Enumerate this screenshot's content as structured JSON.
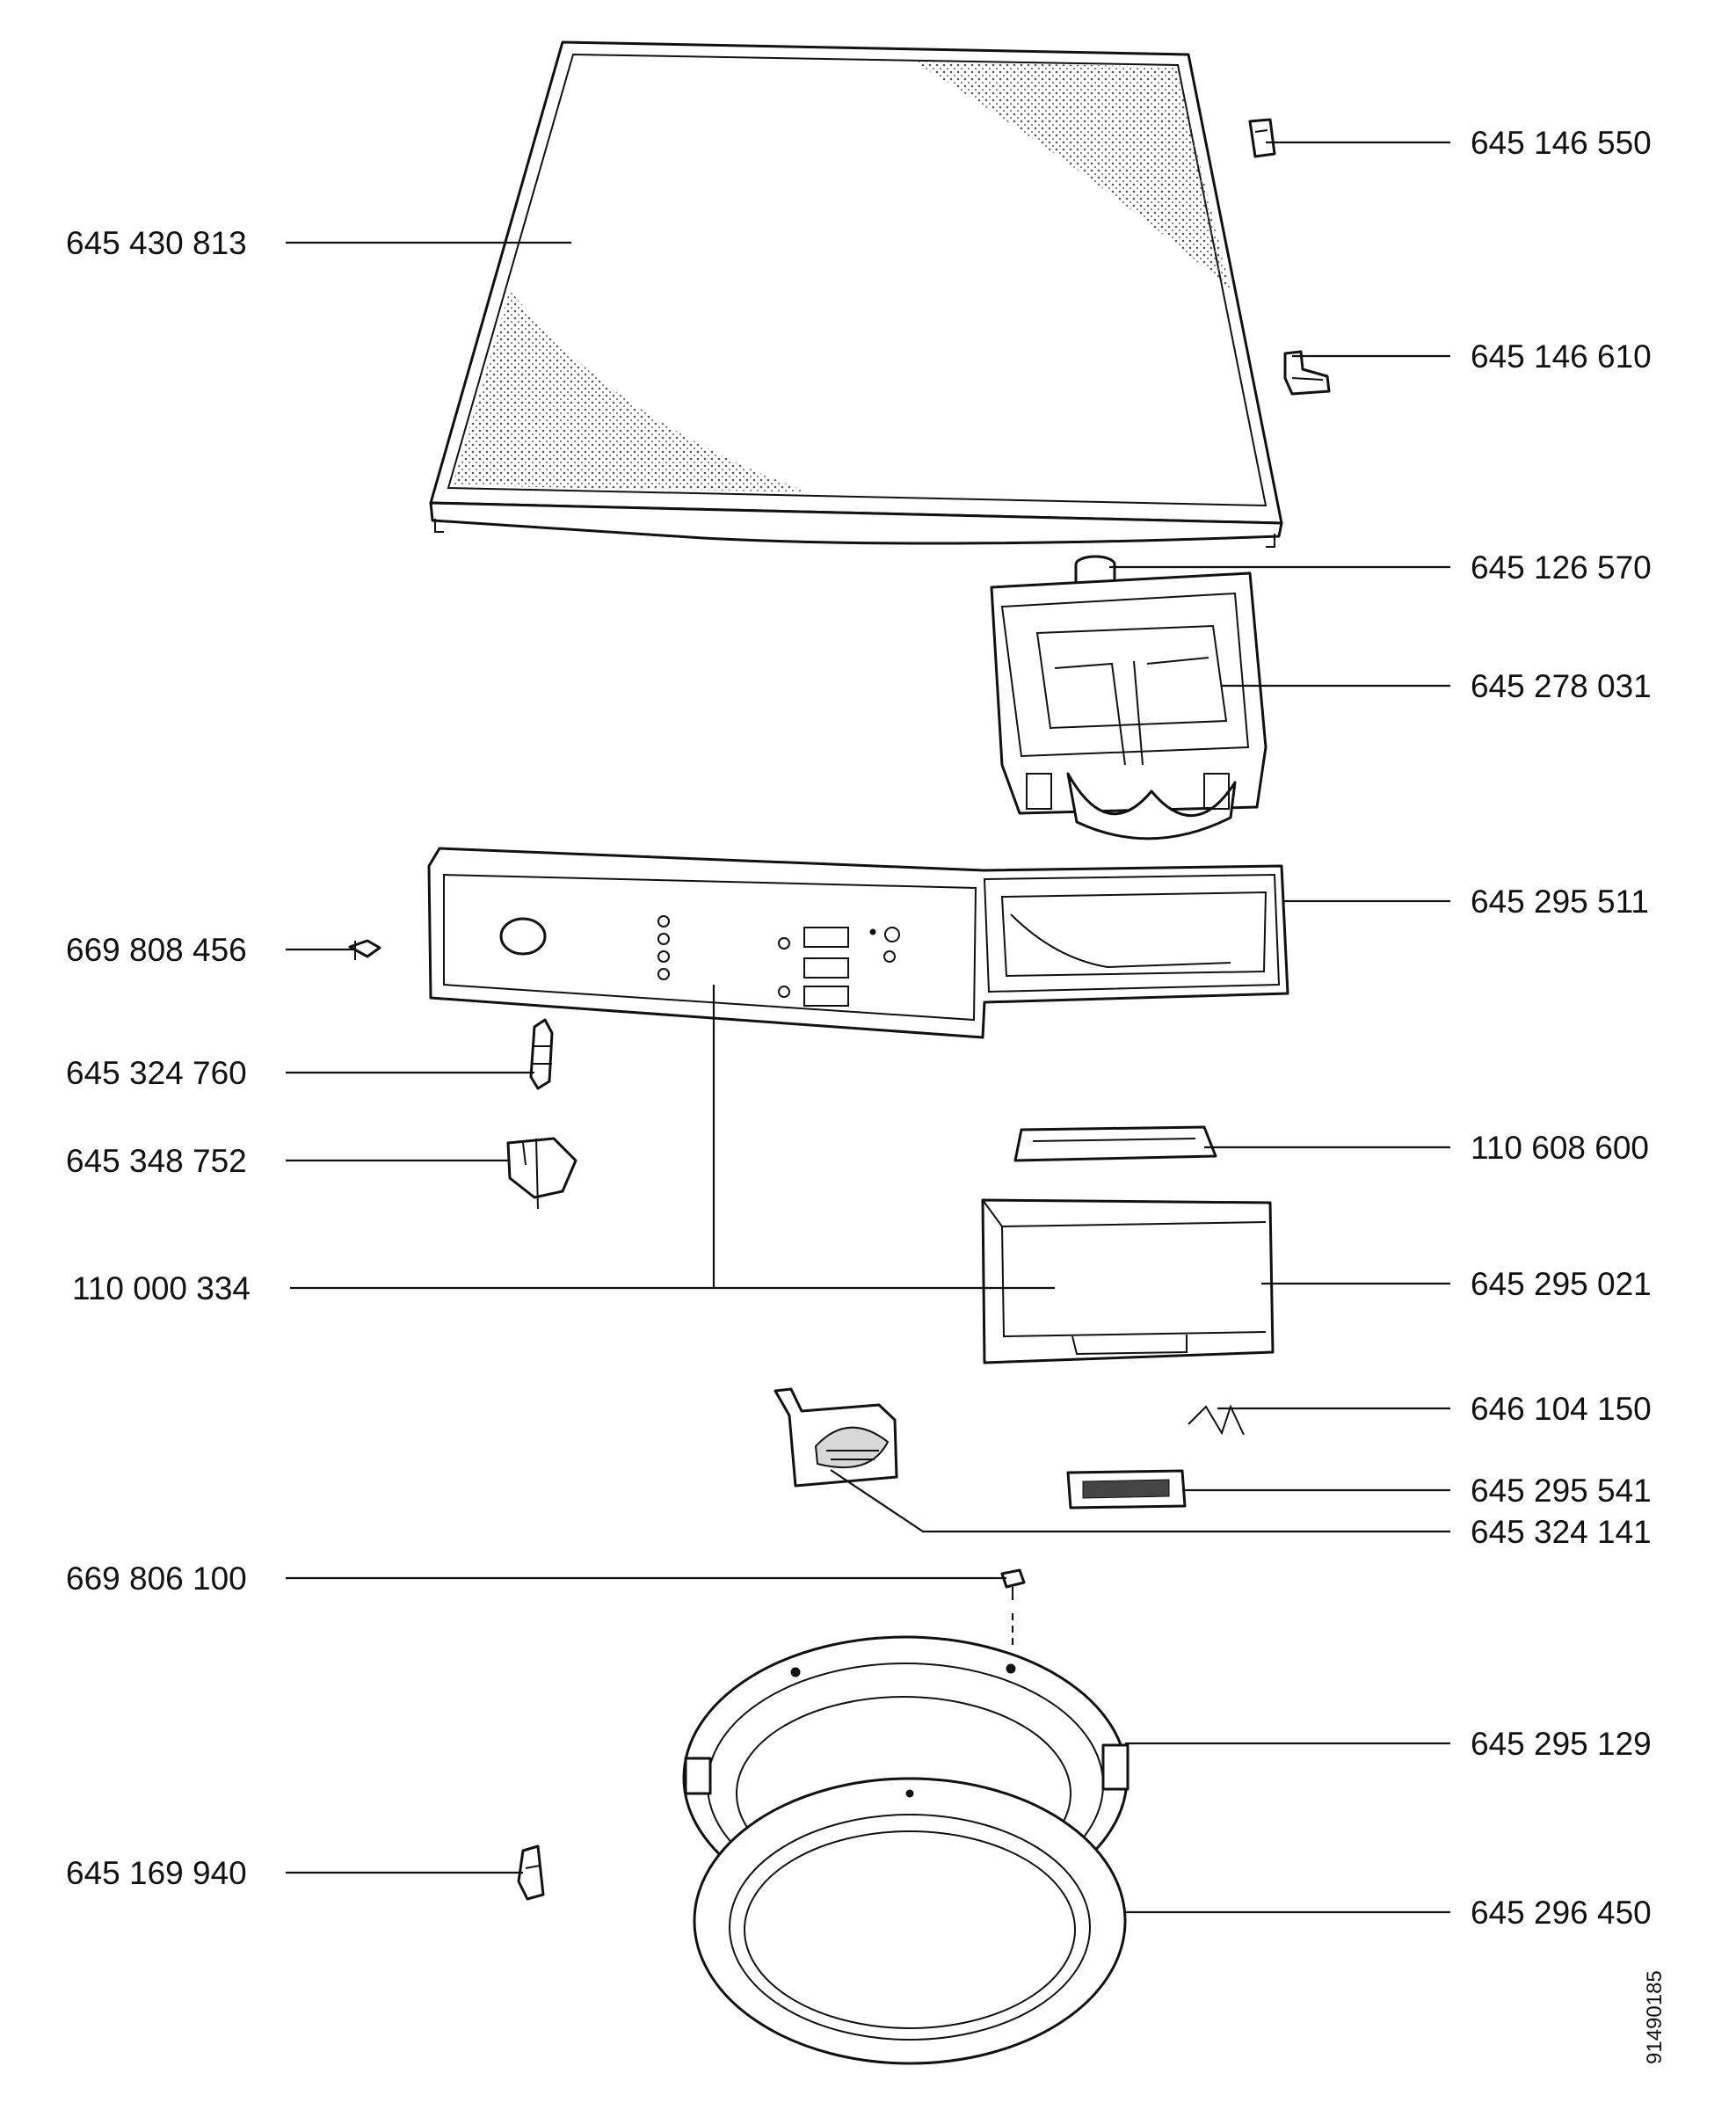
{
  "doc_code": "91490185",
  "parts": {
    "p645430813": "645 430 813",
    "p645146550": "645 146 550",
    "p645146610": "645 146 610",
    "p645126570": "645 126 570",
    "p645278031": "645 278 031",
    "p645295511": "645 295 511",
    "p669808456": "669 808 456",
    "p645324760": "645 324 760",
    "p645348752": "645 348 752",
    "p110608600": "110 608 600",
    "p110000334": "110 000 334",
    "p645295021": "645 295 021",
    "p646104150": "646 104 150",
    "p645295541": "645 295 541",
    "p645324141": "645 324 141",
    "p669806100": "669 806 100",
    "p645295129": "645 295 129",
    "p645169940": "645 169 940",
    "p645296450": "645 296 450"
  }
}
